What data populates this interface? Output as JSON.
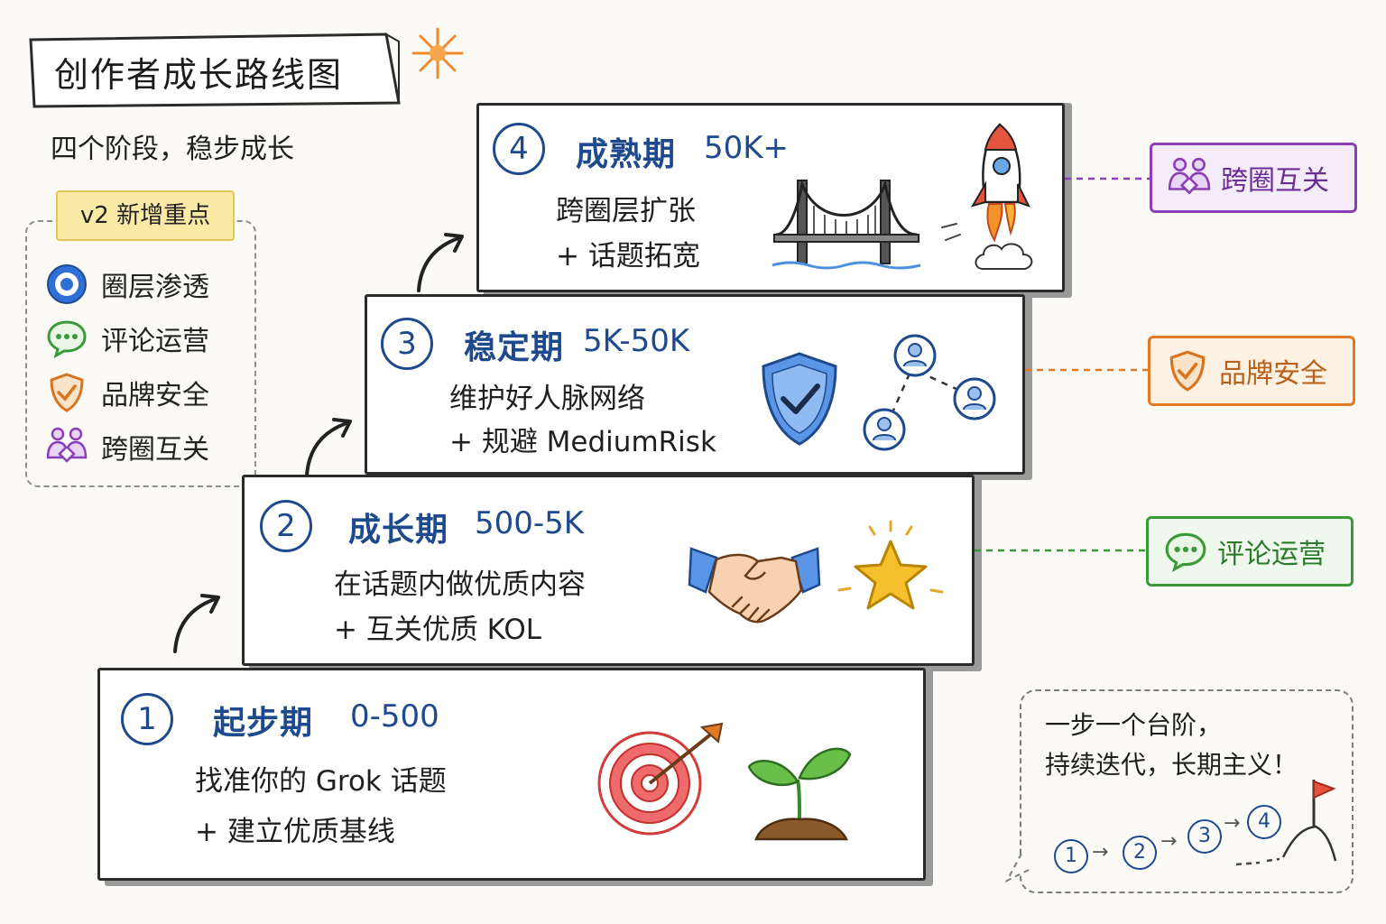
{
  "title": "创作者成长路线图",
  "subtitle": "四个阶段，稳步成长",
  "legend": {
    "tag": "v2 新增重点",
    "items": [
      {
        "label": "圈层渗透",
        "icon": "target-circle-icon"
      },
      {
        "label": "评论运营",
        "icon": "chat-bubble-icon"
      },
      {
        "label": "品牌安全",
        "icon": "shield-check-icon"
      },
      {
        "label": "跨圈互关",
        "icon": "handshake-people-icon"
      }
    ]
  },
  "stages": [
    {
      "num": "1",
      "name": "起步期",
      "range": "0-500",
      "line1": "找准你的 Grok 话题",
      "line2": "+ 建立优质基线",
      "icons": [
        "target-icon",
        "sprout-icon"
      ]
    },
    {
      "num": "2",
      "name": "成长期",
      "range": "500-5K",
      "line1": "在话题内做优质内容",
      "line2": "+ 互关优质 KOL",
      "icons": [
        "handshake-icon",
        "star-icon"
      ]
    },
    {
      "num": "3",
      "name": "稳定期",
      "range": "5K-50K",
      "line1": "维护好人脉网络",
      "line2": "+ 规避 MediumRisk",
      "icons": [
        "shield-icon",
        "network-icon"
      ]
    },
    {
      "num": "4",
      "name": "成熟期",
      "range": "50K+",
      "line1": "跨圈层扩张",
      "line2": "+ 话题拓宽",
      "icons": [
        "bridge-icon",
        "rocket-icon"
      ]
    }
  ],
  "right_tags": [
    {
      "label": "跨圈互关",
      "color": "#8a3fb7",
      "icon": "handshake-people-icon"
    },
    {
      "label": "品牌安全",
      "color": "#e07b24",
      "icon": "shield-check-icon"
    },
    {
      "label": "评论运营",
      "color": "#3a9a3a",
      "icon": "chat-bubble-icon"
    }
  ],
  "bubble": {
    "line1": "一步一个台阶，",
    "line2": "持续迭代，长期主义！",
    "steps": [
      "1",
      "2",
      "3",
      "4"
    ],
    "icon": "flag-mountain-icon"
  },
  "colors": {
    "stage_blue": "#1e4a8d",
    "legend_tag_bg": "#fbeaa6",
    "purple": "#8a3fb7",
    "orange": "#e07b24",
    "green": "#3a9a3a"
  }
}
